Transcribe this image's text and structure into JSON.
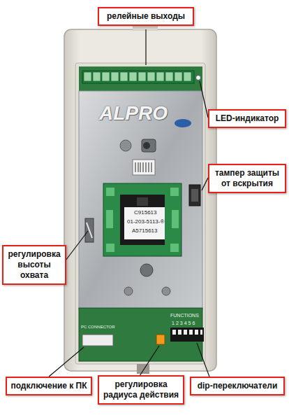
{
  "diagram": {
    "nodes": [
      {
        "text": [
          "релейные выходы"
        ]
      },
      {
        "text": [
          "LED-индикатор"
        ]
      },
      {
        "text": [
          "тампер защиты от вскрытия"
        ]
      },
      {
        "text": [
          "регулировка высоты охвата"
        ]
      },
      {
        "text": [
          "подключение к ПК"
        ]
      },
      {
        "text": [
          "регулировка радиуса действия"
        ]
      },
      {
        "text": [
          "dip-переключатели"
        ]
      }
    ],
    "labels": [
      "ALPRO",
      "C915613",
      "01-203-5113-®",
      "A5715613",
      "FUNCTIONS",
      "123456",
      "PC CONNECTOR"
    ]
  }
}
